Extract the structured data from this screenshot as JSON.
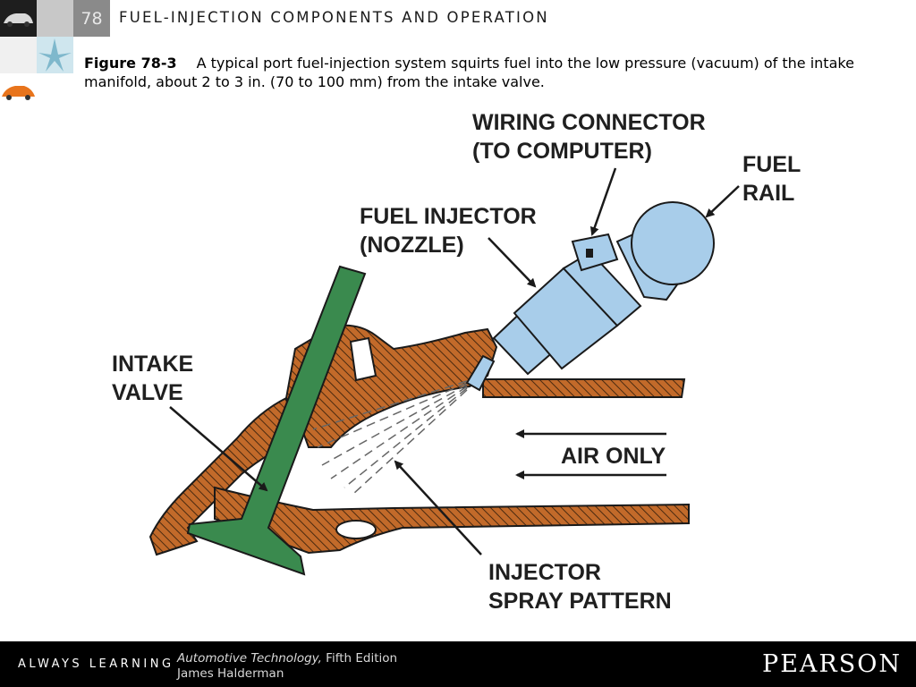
{
  "header": {
    "chapter_number": "78",
    "chapter_title": "FUEL-INJECTION COMPONENTS AND OPERATION"
  },
  "caption": {
    "figure_label": "Figure 78-3",
    "text": "A typical port fuel-injection system squirts fuel into the low pressure (vacuum) of the intake manifold, about 2 to 3 in. (70 to 100 mm) from the intake valve."
  },
  "diagram": {
    "labels": {
      "wiring_connector_1": "WIRING CONNECTOR",
      "wiring_connector_2": "(TO COMPUTER)",
      "fuel_rail_1": "FUEL",
      "fuel_rail_2": "RAIL",
      "fuel_injector_1": "FUEL INJECTOR",
      "fuel_injector_2": "(NOZZLE)",
      "intake_valve_1": "INTAKE",
      "intake_valve_2": "VALVE",
      "air_only": "AIR ONLY",
      "spray_pattern_1": "INJECTOR",
      "spray_pattern_2": "SPRAY PATTERN"
    },
    "colors": {
      "manifold": "#c26a2a",
      "valve": "#3a8a4e",
      "injector": "#a8cdea",
      "outline": "#1a1a1a"
    }
  },
  "footer": {
    "tagline": "ALWAYS LEARNING",
    "book_title": "Automotive Technology,",
    "edition": " Fifth Edition",
    "author": "James Halderman",
    "publisher": "PEARSON"
  }
}
